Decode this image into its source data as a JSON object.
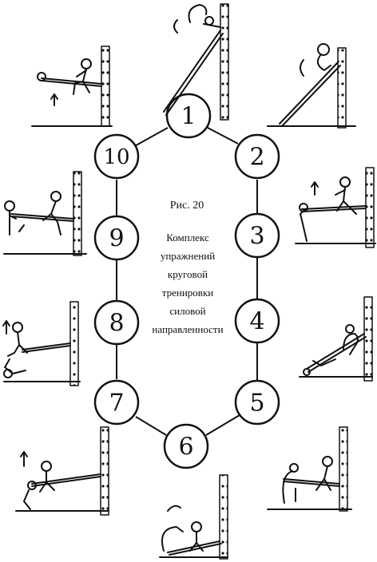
{
  "figure": {
    "label": "Рис. 20",
    "caption_lines": [
      "Комплекс",
      "упражнений",
      "круговой",
      "тренировки",
      "силовой",
      "направленности"
    ]
  },
  "stations": [
    "1",
    "2",
    "3",
    "4",
    "5",
    "6",
    "7",
    "8",
    "9",
    "10"
  ],
  "colors": {
    "ink": "#111111",
    "paper": "#ffffff"
  }
}
